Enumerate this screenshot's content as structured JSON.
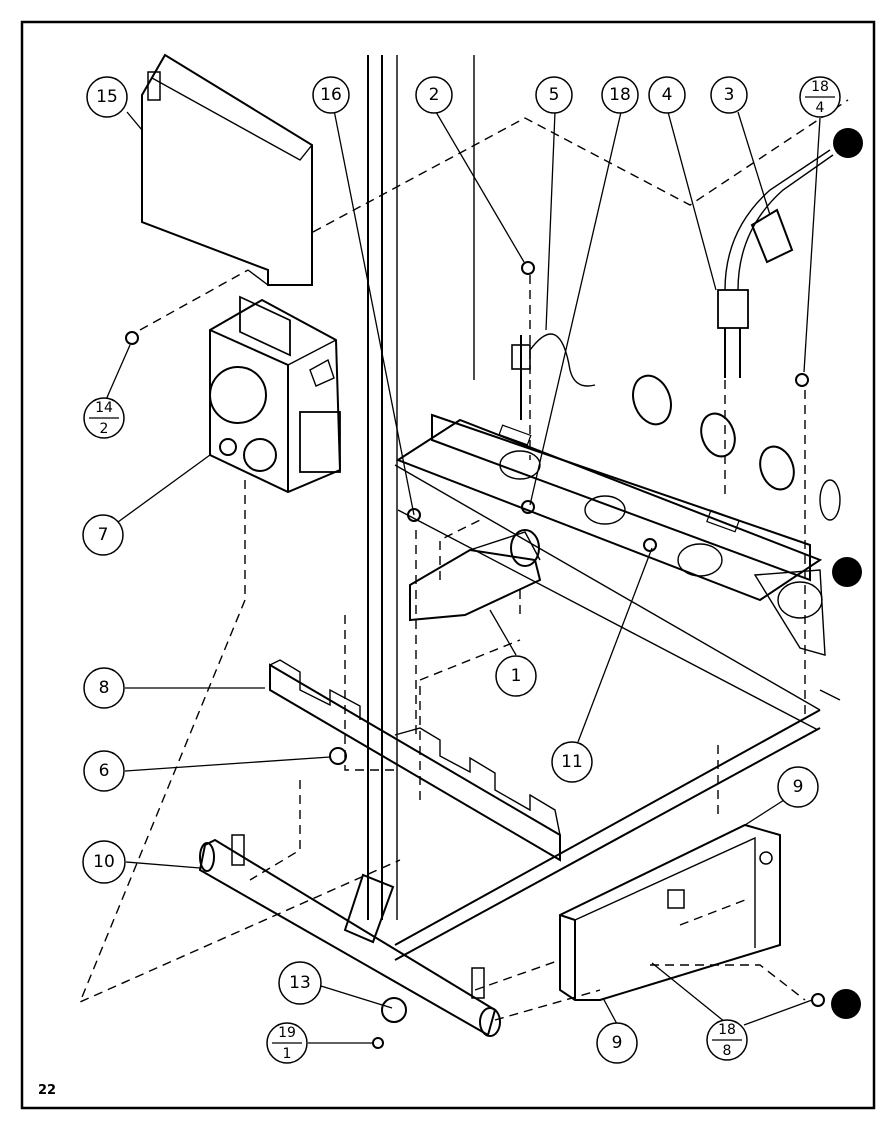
{
  "diagram": {
    "page_number": "22",
    "callouts": [
      {
        "id": "c15",
        "label": "15"
      },
      {
        "id": "c16",
        "label": "16"
      },
      {
        "id": "c2",
        "label": "2"
      },
      {
        "id": "c5",
        "label": "5"
      },
      {
        "id": "c18a",
        "label": "18"
      },
      {
        "id": "c4",
        "label": "4"
      },
      {
        "id": "c3",
        "label": "3"
      },
      {
        "id": "c7",
        "label": "7"
      },
      {
        "id": "c8",
        "label": "8"
      },
      {
        "id": "c6",
        "label": "6"
      },
      {
        "id": "c10",
        "label": "10"
      },
      {
        "id": "c13",
        "label": "13"
      },
      {
        "id": "c1",
        "label": "1"
      },
      {
        "id": "c11",
        "label": "11"
      },
      {
        "id": "c9a",
        "label": "9"
      },
      {
        "id": "c9b",
        "label": "9"
      }
    ],
    "fraction_callouts": [
      {
        "id": "f18_4",
        "top": "18",
        "bottom": "4"
      },
      {
        "id": "f14_2",
        "top": "14",
        "bottom": "2"
      },
      {
        "id": "f19_1",
        "top": "19",
        "bottom": "1"
      },
      {
        "id": "f18_8",
        "top": "18",
        "bottom": "8"
      }
    ]
  }
}
